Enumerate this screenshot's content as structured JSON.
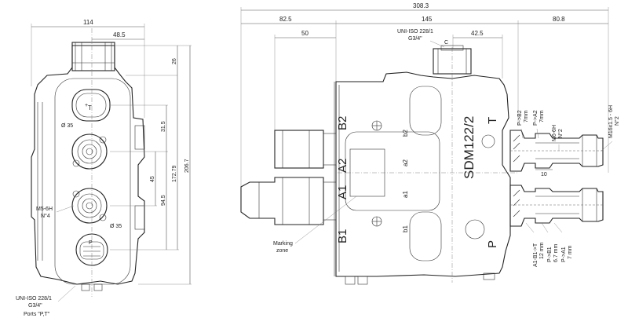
{
  "left_view": {
    "dims": {
      "width_total": "114",
      "width_half": "48.5",
      "top_26": "26",
      "d31_5": "31.5",
      "d45": "45",
      "d94_5": "94.5",
      "d172_79": "172.79",
      "d206_7": "206.7"
    },
    "labels": {
      "dia35_top": "Ø 35",
      "dia35_bottom": "Ø 35",
      "port_t": "T",
      "port_p": "P",
      "m5_thread": "M5-6H",
      "m5_count": "N°4",
      "iso_std": "UNI-ISO 228/1",
      "iso_size": "G3/4\"",
      "ports_pt": "Ports \"P,T\""
    }
  },
  "center_view": {
    "dims": {
      "total": "308.3",
      "d82_5": "82.5",
      "d145": "145",
      "d80_8": "80.8",
      "d50": "50",
      "d42_5": "42.5"
    },
    "labels": {
      "iso_std": "UNI-ISO 228/1",
      "iso_size": "G3/4\"",
      "port_c": "C",
      "b2": "B2",
      "a2": "A2",
      "a1": "A1",
      "b1": "B1",
      "b2_small": "b2",
      "a2_small": "a2",
      "a1_small": "a1",
      "b1_small": "b1",
      "model": "SDM122/2",
      "port_t": "T",
      "port_p": "P",
      "marking_1": "Marking",
      "marking_2": "zone"
    }
  },
  "right_view": {
    "labels": {
      "p_b2": "P->B2",
      "p_b2_val": "7mm",
      "p_a2": "P->A2",
      "p_a2_val": "7mm",
      "m6_thread": "M6-6H",
      "m6_count": "N°2",
      "m16_thread": "M16x1.5 - 6H",
      "m16_count": "N°2",
      "dim_10": "10",
      "a1_b1_t": "A1-B1->T",
      "a1_b1_t_val": "12 mm",
      "p_b1": "P->B1",
      "p_b1_val": "6.7 mm",
      "p_a1": "P->A1",
      "p_a1_val": "7 mm"
    }
  }
}
